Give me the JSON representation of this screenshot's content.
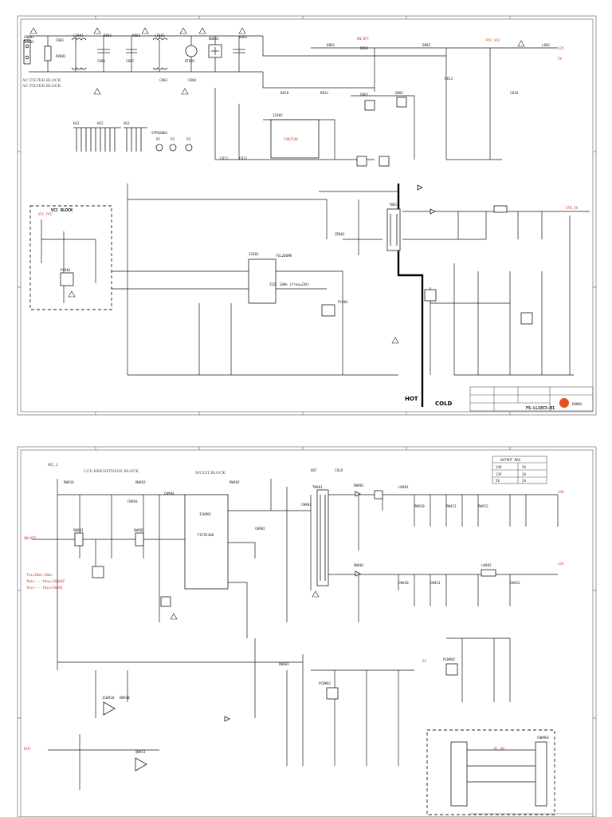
{
  "top": {
    "ac_filter_block": "AC FILTER BLOCK",
    "ac_filter_block2": "AC FILTER BLOCK",
    "vcc_block": "VCC BLOCK",
    "hot": "HOT",
    "cold": "COLD",
    "ic_main": "FSL206MR",
    "ic_pfc": "FAN7530",
    "title_code": "FS-LL10C5-01",
    "logo_text": "KONKA",
    "note_pfc": "PFC",
    "freq_note": "ZCD: 100% (Freq=22K)",
    "labels": [
      "CN801",
      "DW801",
      "F801",
      "RV801",
      "LF801",
      "LF802",
      "C801",
      "C802",
      "C803",
      "C804",
      "R801",
      "R802",
      "R803",
      "BD801",
      "RT801",
      "D801",
      "D802",
      "D803",
      "L801",
      "ZD801",
      "Q801",
      "Q802",
      "R810",
      "R811",
      "R812",
      "C810",
      "C811",
      "C812",
      "T801",
      "IC801",
      "IC802",
      "PC801",
      "PC802",
      "HS1",
      "HS2",
      "HS3",
      "STM10801",
      "P1",
      "P2",
      "P3"
    ],
    "red_labels": [
      "ON/OFF",
      "PFC_VCC",
      "VCC_PFC",
      "STB_5V",
      "12V",
      "5V"
    ]
  },
  "bottom": {
    "lcd_brightness_block": "LCD BRIGHTNESS BLOCK",
    "multi_block": "MULTI BLOCK",
    "hot": "HOT",
    "cold": "COLD",
    "ic_main": "FSFR2100",
    "output_table": {
      "title": "OUTPUT MAX",
      "rows": [
        [
          "24V",
          "5A"
        ],
        [
          "12V",
          "3A"
        ],
        [
          "5V",
          "2A"
        ]
      ]
    },
    "timing_notes": [
      "Tss=20ms~30ms",
      "fmax----fmax=160kHZ",
      "fmin----fmin=70kHZ"
    ],
    "labels": [
      "VCC_1",
      "RW910",
      "RW903",
      "RW902",
      "CW903",
      "CW904",
      "QW901",
      "QW902",
      "ICW901",
      "TW901",
      "DW901",
      "DW902",
      "DW903",
      "CW901",
      "CW902",
      "LW901",
      "LW902",
      "RW920",
      "RW921",
      "RW922",
      "CW920",
      "CW921",
      "CW922",
      "QW910",
      "QW911",
      "ICW910",
      "PCW901",
      "PCW902",
      "CNW901"
    ],
    "red_labels": [
      "24V",
      "12V",
      "5V",
      "ON/OFF",
      "DIM",
      "BL_ON"
    ]
  },
  "colors": {
    "accent_red": "#d13b1f",
    "wire": "#1a1a1a",
    "logo_orange": "#e6501f"
  }
}
